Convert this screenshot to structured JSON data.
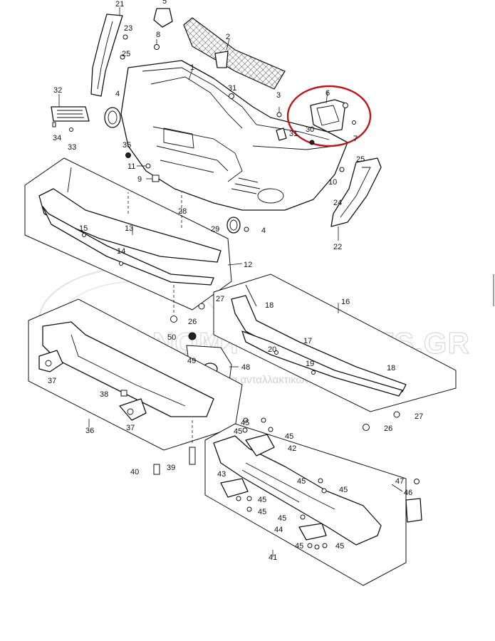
{
  "watermark": {
    "title": "ECONOMYCARPARTS.GR",
    "subtitle": "Το μεγαλύτερο ηλεκτρονικό κατάστημα ανταλλακτικών"
  },
  "highlight_color": "#c0141c",
  "callouts": [
    {
      "id": "c21",
      "text": "21"
    },
    {
      "id": "c23",
      "text": "23"
    },
    {
      "id": "c25a",
      "text": "25"
    },
    {
      "id": "c5",
      "text": "5"
    },
    {
      "id": "c8",
      "text": "8"
    },
    {
      "id": "c2",
      "text": "2"
    },
    {
      "id": "c1",
      "text": "1"
    },
    {
      "id": "c6",
      "text": "6"
    },
    {
      "id": "c3",
      "text": "3"
    },
    {
      "id": "c31a",
      "text": "31"
    },
    {
      "id": "c31b",
      "text": "31"
    },
    {
      "id": "c32",
      "text": "32"
    },
    {
      "id": "c34",
      "text": "34"
    },
    {
      "id": "c33",
      "text": "33"
    },
    {
      "id": "c4a",
      "text": "4"
    },
    {
      "id": "c30",
      "text": "30"
    },
    {
      "id": "c7",
      "text": "7"
    },
    {
      "id": "c35",
      "text": "35"
    },
    {
      "id": "c11",
      "text": "11"
    },
    {
      "id": "c9",
      "text": "9"
    },
    {
      "id": "c25b",
      "text": "25"
    },
    {
      "id": "c10",
      "text": "10"
    },
    {
      "id": "c24",
      "text": "24"
    },
    {
      "id": "c22",
      "text": "22"
    },
    {
      "id": "c28",
      "text": "28"
    },
    {
      "id": "c29",
      "text": "29"
    },
    {
      "id": "c4b",
      "text": "4"
    },
    {
      "id": "c15",
      "text": "15"
    },
    {
      "id": "c13",
      "text": "13"
    },
    {
      "id": "c14",
      "text": "14"
    },
    {
      "id": "c12",
      "text": "12"
    },
    {
      "id": "c27a",
      "text": "27"
    },
    {
      "id": "c26a",
      "text": "26"
    },
    {
      "id": "c50",
      "text": "50"
    },
    {
      "id": "c49",
      "text": "49"
    },
    {
      "id": "c48",
      "text": "48"
    },
    {
      "id": "c16",
      "text": "16"
    },
    {
      "id": "c18a",
      "text": "18"
    },
    {
      "id": "c20",
      "text": "20"
    },
    {
      "id": "c17",
      "text": "17"
    },
    {
      "id": "c19",
      "text": "19"
    },
    {
      "id": "c18b",
      "text": "18"
    },
    {
      "id": "c27b",
      "text": "27"
    },
    {
      "id": "c26b",
      "text": "26"
    },
    {
      "id": "c37a",
      "text": "37"
    },
    {
      "id": "c38",
      "text": "38"
    },
    {
      "id": "c37b",
      "text": "37"
    },
    {
      "id": "c36",
      "text": "36"
    },
    {
      "id": "c40",
      "text": "40"
    },
    {
      "id": "c39",
      "text": "39"
    },
    {
      "id": "c45a",
      "text": "45"
    },
    {
      "id": "c45b",
      "text": "45"
    },
    {
      "id": "c45c",
      "text": "45"
    },
    {
      "id": "c42",
      "text": "42"
    },
    {
      "id": "c47",
      "text": "47"
    },
    {
      "id": "c46",
      "text": "46"
    },
    {
      "id": "c43",
      "text": "43"
    },
    {
      "id": "c45d",
      "text": "45"
    },
    {
      "id": "c45e",
      "text": "45"
    },
    {
      "id": "c45f",
      "text": "45"
    },
    {
      "id": "c45g",
      "text": "45"
    },
    {
      "id": "c45h",
      "text": "45"
    },
    {
      "id": "c44",
      "text": "44"
    },
    {
      "id": "c45i",
      "text": "45"
    },
    {
      "id": "c45j",
      "text": "45"
    },
    {
      "id": "c41",
      "text": "41"
    }
  ]
}
